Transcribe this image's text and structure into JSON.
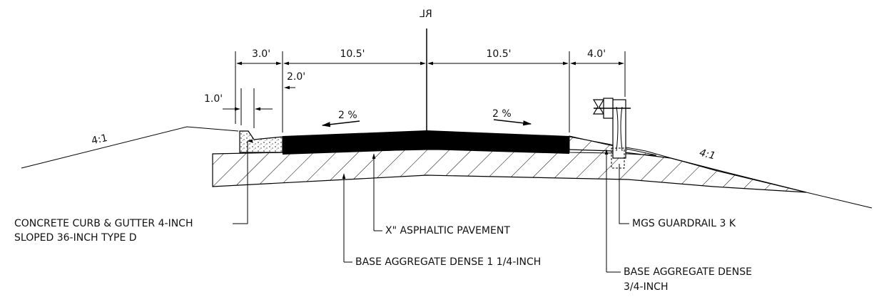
{
  "centerline_label": "RL",
  "dimensions": {
    "left_shoulder": "3.0'",
    "left_lane": "10.5'",
    "right_lane": "10.5'",
    "right_shoulder": "4.0'",
    "gutter_width": "2.0'",
    "curb_width": "1.0'"
  },
  "slopes": {
    "left_cross_slope": "2 %",
    "right_cross_slope": "2 %",
    "left_foreslope": "4:1",
    "right_foreslope": "4:1"
  },
  "callouts": {
    "curb_line1": "CONCRETE CURB & GUTTER 4-INCH",
    "curb_line2": "SLOPED 36-INCH TYPE D",
    "pavement": "X\" ASPHALTIC PAVEMENT",
    "base_coarse": "BASE AGGREGATE DENSE 1 1/4-INCH",
    "guardrail": "MGS GUARDRAIL 3 K",
    "base_fine_line1": "BASE AGGREGATE DENSE",
    "base_fine_line2": "3/4-INCH"
  },
  "colors": {
    "ink": "#000000",
    "pavement_fill": "#000000",
    "background": "#ffffff"
  }
}
